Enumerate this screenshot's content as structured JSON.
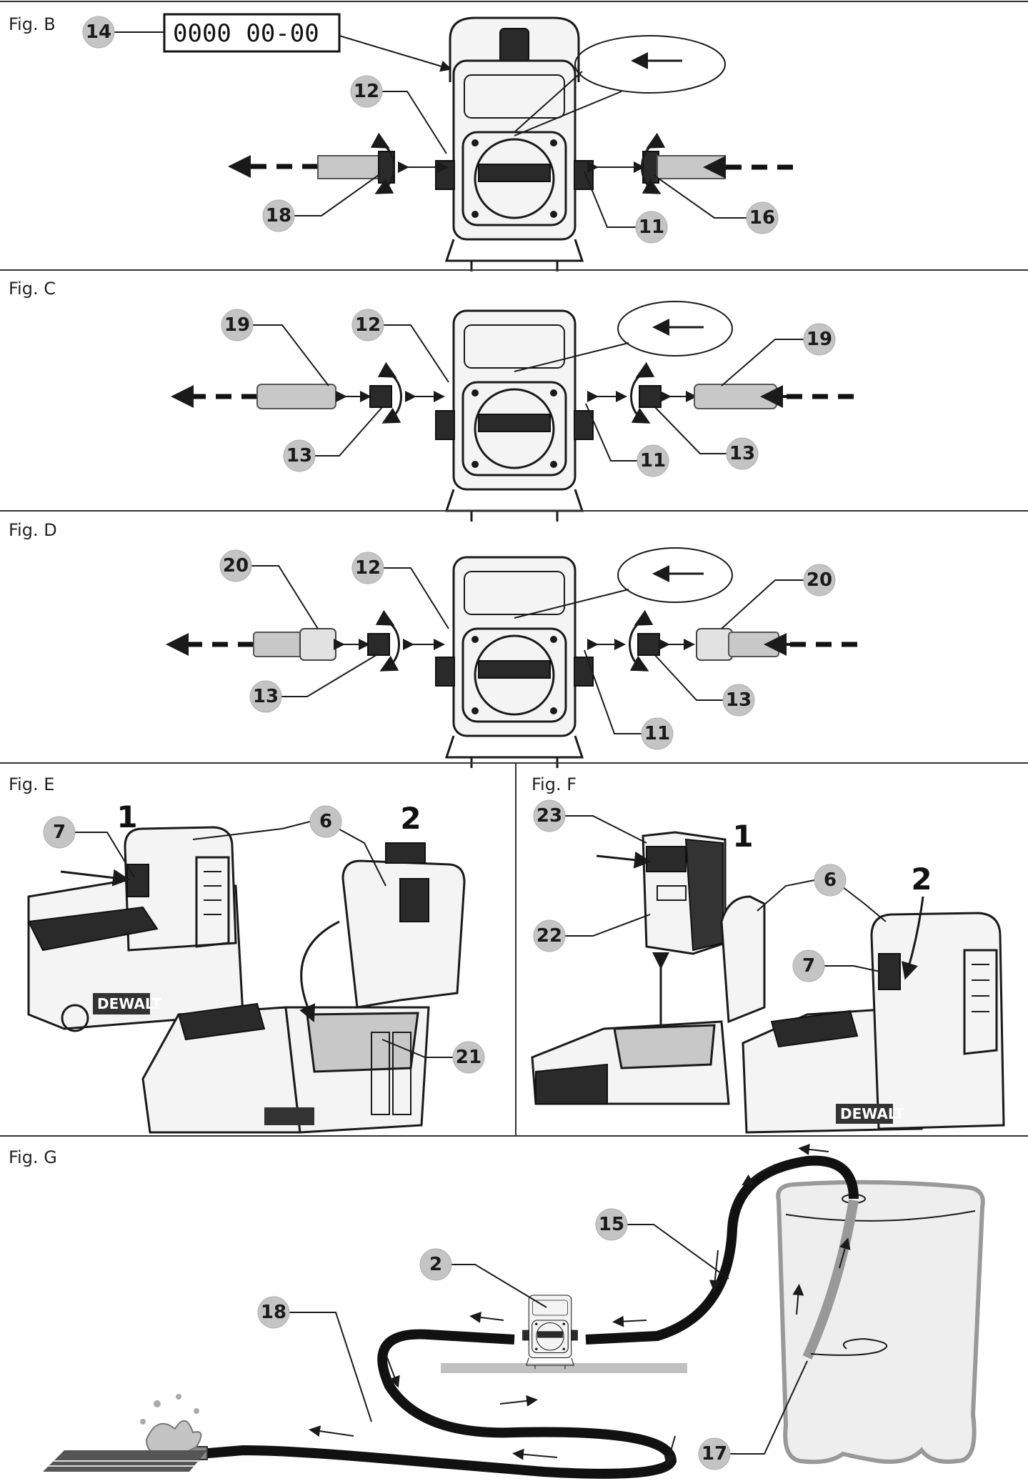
{
  "figures": {
    "fig_b": {
      "label": "Fig. B",
      "serial": "0000  00-00",
      "callouts": [
        "14",
        "12",
        "18",
        "11",
        "16"
      ]
    },
    "fig_c": {
      "label": "Fig. C",
      "callouts": [
        "19",
        "12",
        "19",
        "13",
        "11",
        "13"
      ]
    },
    "fig_d": {
      "label": "Fig. D",
      "callouts": [
        "20",
        "12",
        "20",
        "13",
        "11",
        "13"
      ]
    },
    "fig_e": {
      "label": "Fig. E",
      "callouts": [
        "7",
        "6",
        "21"
      ],
      "steps": [
        "1",
        "2"
      ],
      "brand": "DEWALT"
    },
    "fig_f": {
      "label": "Fig. F",
      "callouts": [
        "23",
        "22",
        "6",
        "7"
      ],
      "steps": [
        "1",
        "2"
      ],
      "brand": "DEWALT"
    },
    "fig_g": {
      "label": "Fig. G",
      "callouts": [
        "15",
        "2",
        "18",
        "17"
      ]
    }
  },
  "colors": {
    "ink": "#1a1a1a",
    "callout_fill": "#c4c4c4",
    "hose_grey": "#c8c8c8",
    "tank_fill": "#f0f0f0"
  },
  "icons": [
    "arrow-left-icon",
    "arrow-right-icon",
    "rotate-arrow-icon",
    "water-splash-icon"
  ]
}
